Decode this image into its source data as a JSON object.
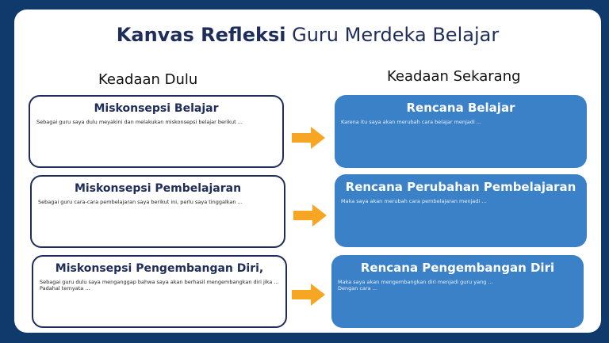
{
  "title": {
    "bold": "Kanvas Refleksi",
    "regular": "Guru Merdeka Belajar"
  },
  "columns": {
    "left": "Keadaan Dulu",
    "right": "Keadaan Sekarang"
  },
  "rows": [
    {
      "left": {
        "heading": "Miskonsepsi Belajar",
        "text": "Sebagai guru saya dulu meyakini dan melakukan miskonsepsi belajar berikut ..."
      },
      "right": {
        "heading": "Rencana Belajar",
        "text": "Karena itu saya akan merubah cara belajar menjadi ..."
      }
    },
    {
      "left": {
        "heading": "Miskonsepsi Pembelajaran",
        "text": "Sebagai guru cara-cara pembelajaran saya berikut ini, perlu saya tinggalkan ..."
      },
      "right": {
        "heading": "Rencana Perubahan Pembelajaran",
        "text": "Maka saya akan merubah cara pembelajaran menjadi ..."
      }
    },
    {
      "left": {
        "heading": "Miskonsepsi Pengembangan Diri,",
        "text": "Sebagai guru dulu saya menganggap bahwa saya akan berhasil mengembangkan diri jika ...\nPadahal ternyata ..."
      },
      "right": {
        "heading": "Rencana Pengembangan Diri",
        "text": "Maka saya akan mengembangkan diri menjadi guru yang ...\nDengan cara ..."
      }
    }
  ],
  "colors": {
    "navy": "#1e2d5a",
    "blue_box": "#3b81c8",
    "arrow": "#f6a623",
    "background": "#0f3a6b"
  }
}
